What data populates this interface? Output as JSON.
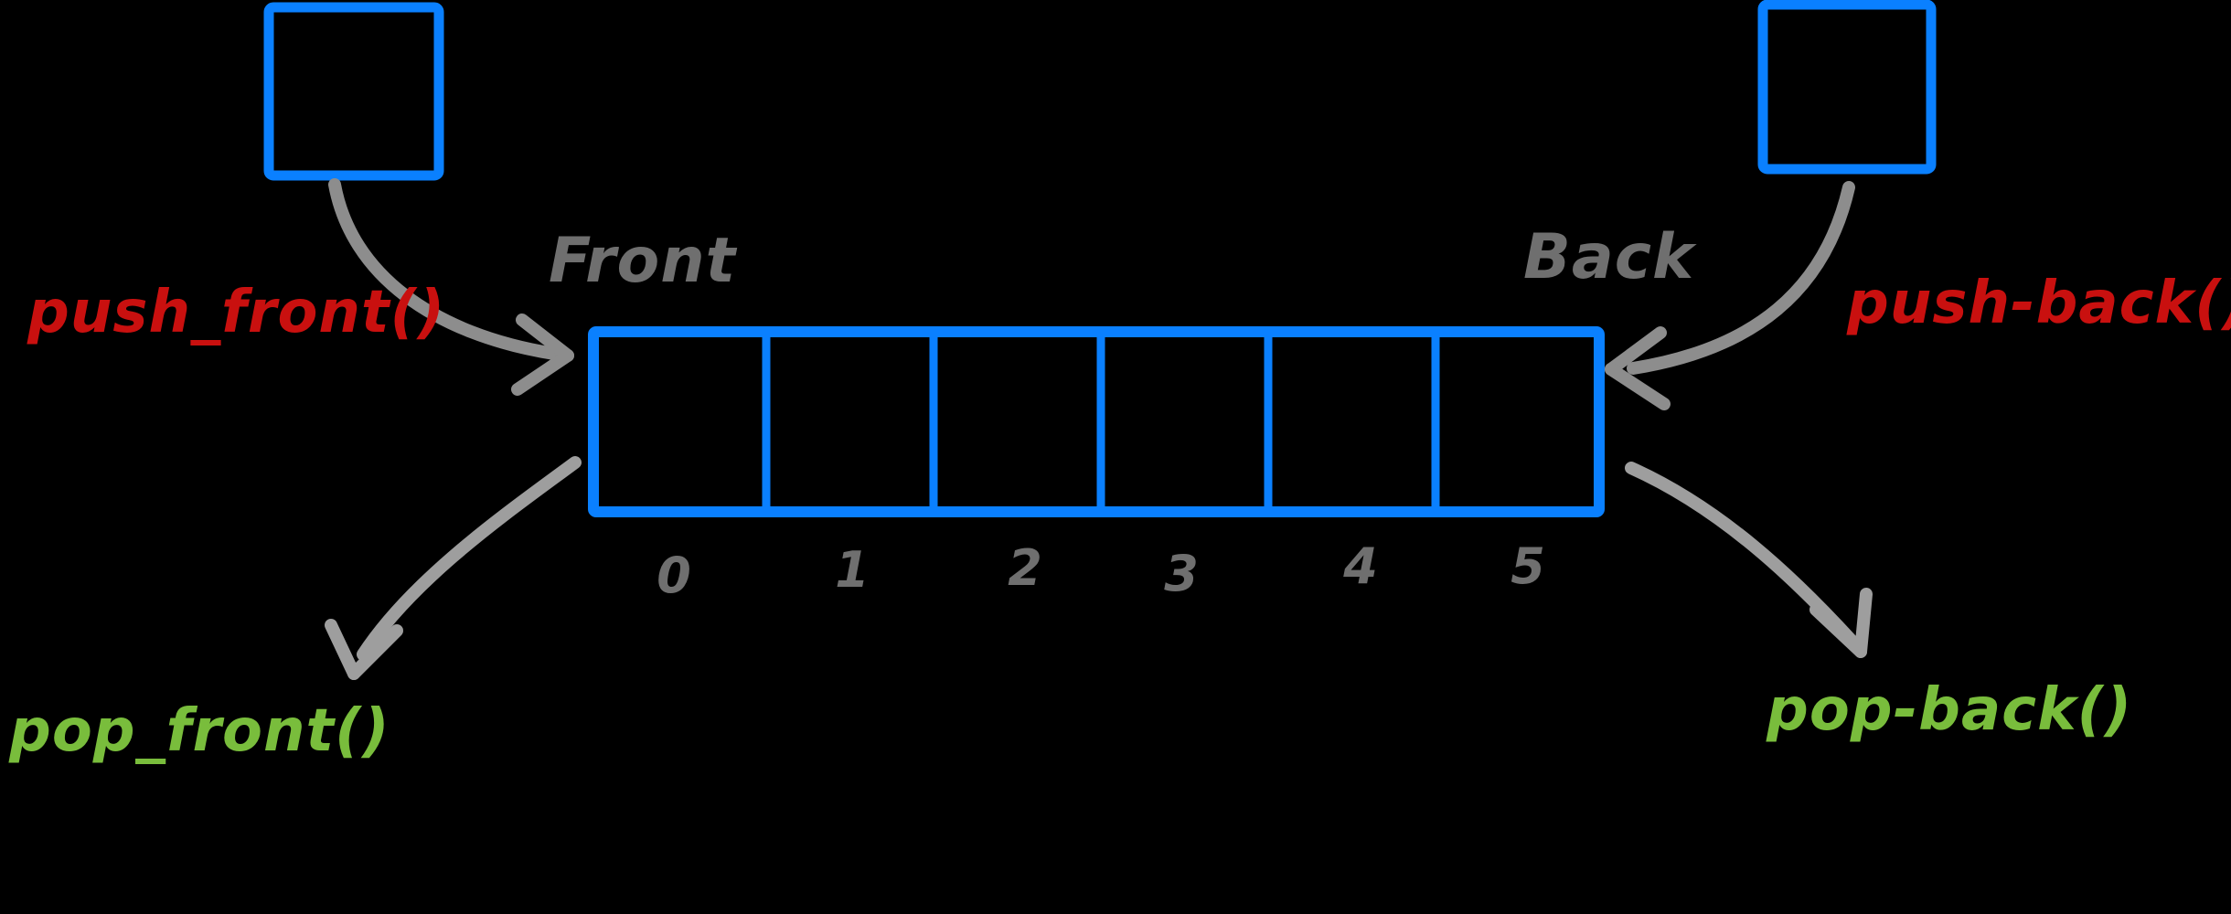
{
  "diagram": {
    "type": "deque-structure-sketch",
    "background_color": "#000000",
    "colors": {
      "box_blue": "#0a80ff",
      "arrow_gray": "#8d8d8d",
      "arrow_gray_light": "#9e9e9e",
      "text_gray": "#6f6f6f",
      "push_red": "#c9100f",
      "pop_green": "#79bd3c"
    },
    "array": {
      "front_label": "Front",
      "back_label": "Back",
      "cell_count": 6,
      "indices": [
        "0",
        "1",
        "2",
        "3",
        "4",
        "5"
      ]
    },
    "operations": {
      "push_front": {
        "label": "push_front()",
        "color": "#c9100f",
        "position": "left"
      },
      "push_back": {
        "label": "push-back()",
        "color": "#c9100f",
        "position": "right"
      },
      "pop_front": {
        "label": "pop_front()",
        "color": "#79bd3c",
        "position": "bottom-left"
      },
      "pop_back": {
        "label": "pop-back()",
        "color": "#79bd3c",
        "position": "bottom-right"
      }
    }
  }
}
